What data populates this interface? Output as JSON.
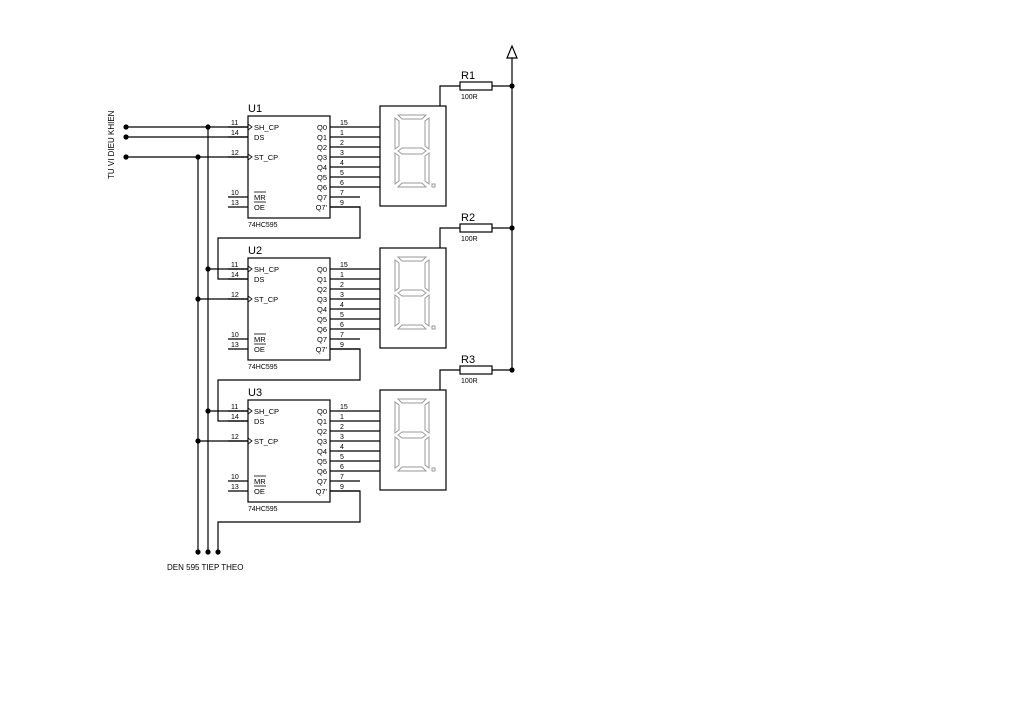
{
  "diagram": {
    "left_label": "TU VI DIEU KHIEN",
    "bottom_label": "DEN 595 TIEP THEO",
    "chips": [
      {
        "ref": "U1",
        "part": "74HC595"
      },
      {
        "ref": "U2",
        "part": "74HC595"
      },
      {
        "ref": "U3",
        "part": "74HC595"
      }
    ],
    "left_pins": [
      {
        "num": "11",
        "name": "SH_CP"
      },
      {
        "num": "14",
        "name": "DS"
      },
      {
        "num": "12",
        "name": "ST_CP"
      },
      {
        "num": "10",
        "name": "MR"
      },
      {
        "num": "13",
        "name": "OE"
      }
    ],
    "right_pins": [
      {
        "name": "Q0",
        "num": "15"
      },
      {
        "name": "Q1",
        "num": "1"
      },
      {
        "name": "Q2",
        "num": "2"
      },
      {
        "name": "Q3",
        "num": "3"
      },
      {
        "name": "Q4",
        "num": "4"
      },
      {
        "name": "Q5",
        "num": "5"
      },
      {
        "name": "Q6",
        "num": "6"
      },
      {
        "name": "Q7",
        "num": "7"
      },
      {
        "name": "Q7'",
        "num": "9"
      }
    ],
    "resistors": [
      {
        "ref": "R1",
        "value": "100R"
      },
      {
        "ref": "R2",
        "value": "100R"
      },
      {
        "ref": "R3",
        "value": "100R"
      }
    ]
  }
}
